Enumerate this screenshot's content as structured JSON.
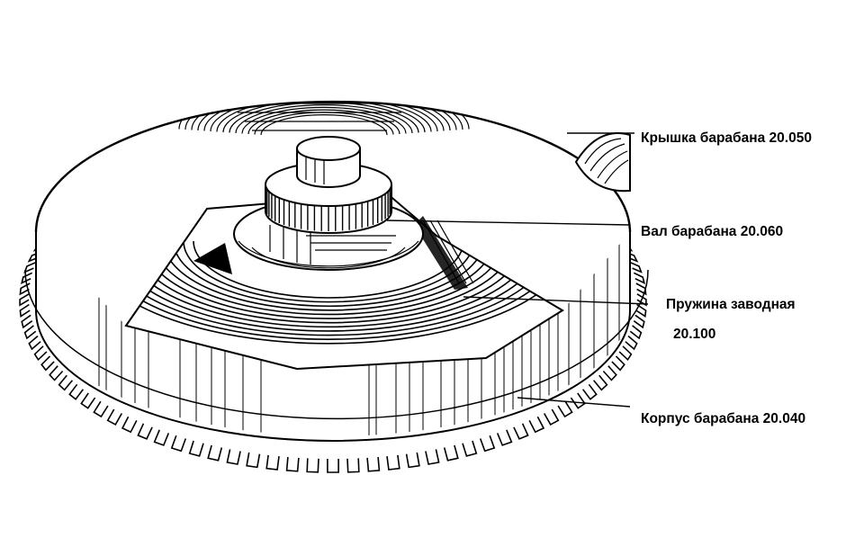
{
  "labels": {
    "cover": "Крышка барабана 20.050",
    "arbor": "Вал барабана 20.060",
    "spring_line1": "Пружина заводная",
    "spring_line2": "20.100",
    "barrel": "Корпус барабана 20.040"
  },
  "gear": {
    "tooth_count": 96
  },
  "colors": {
    "ink": "#000000",
    "paper": "#ffffff"
  }
}
